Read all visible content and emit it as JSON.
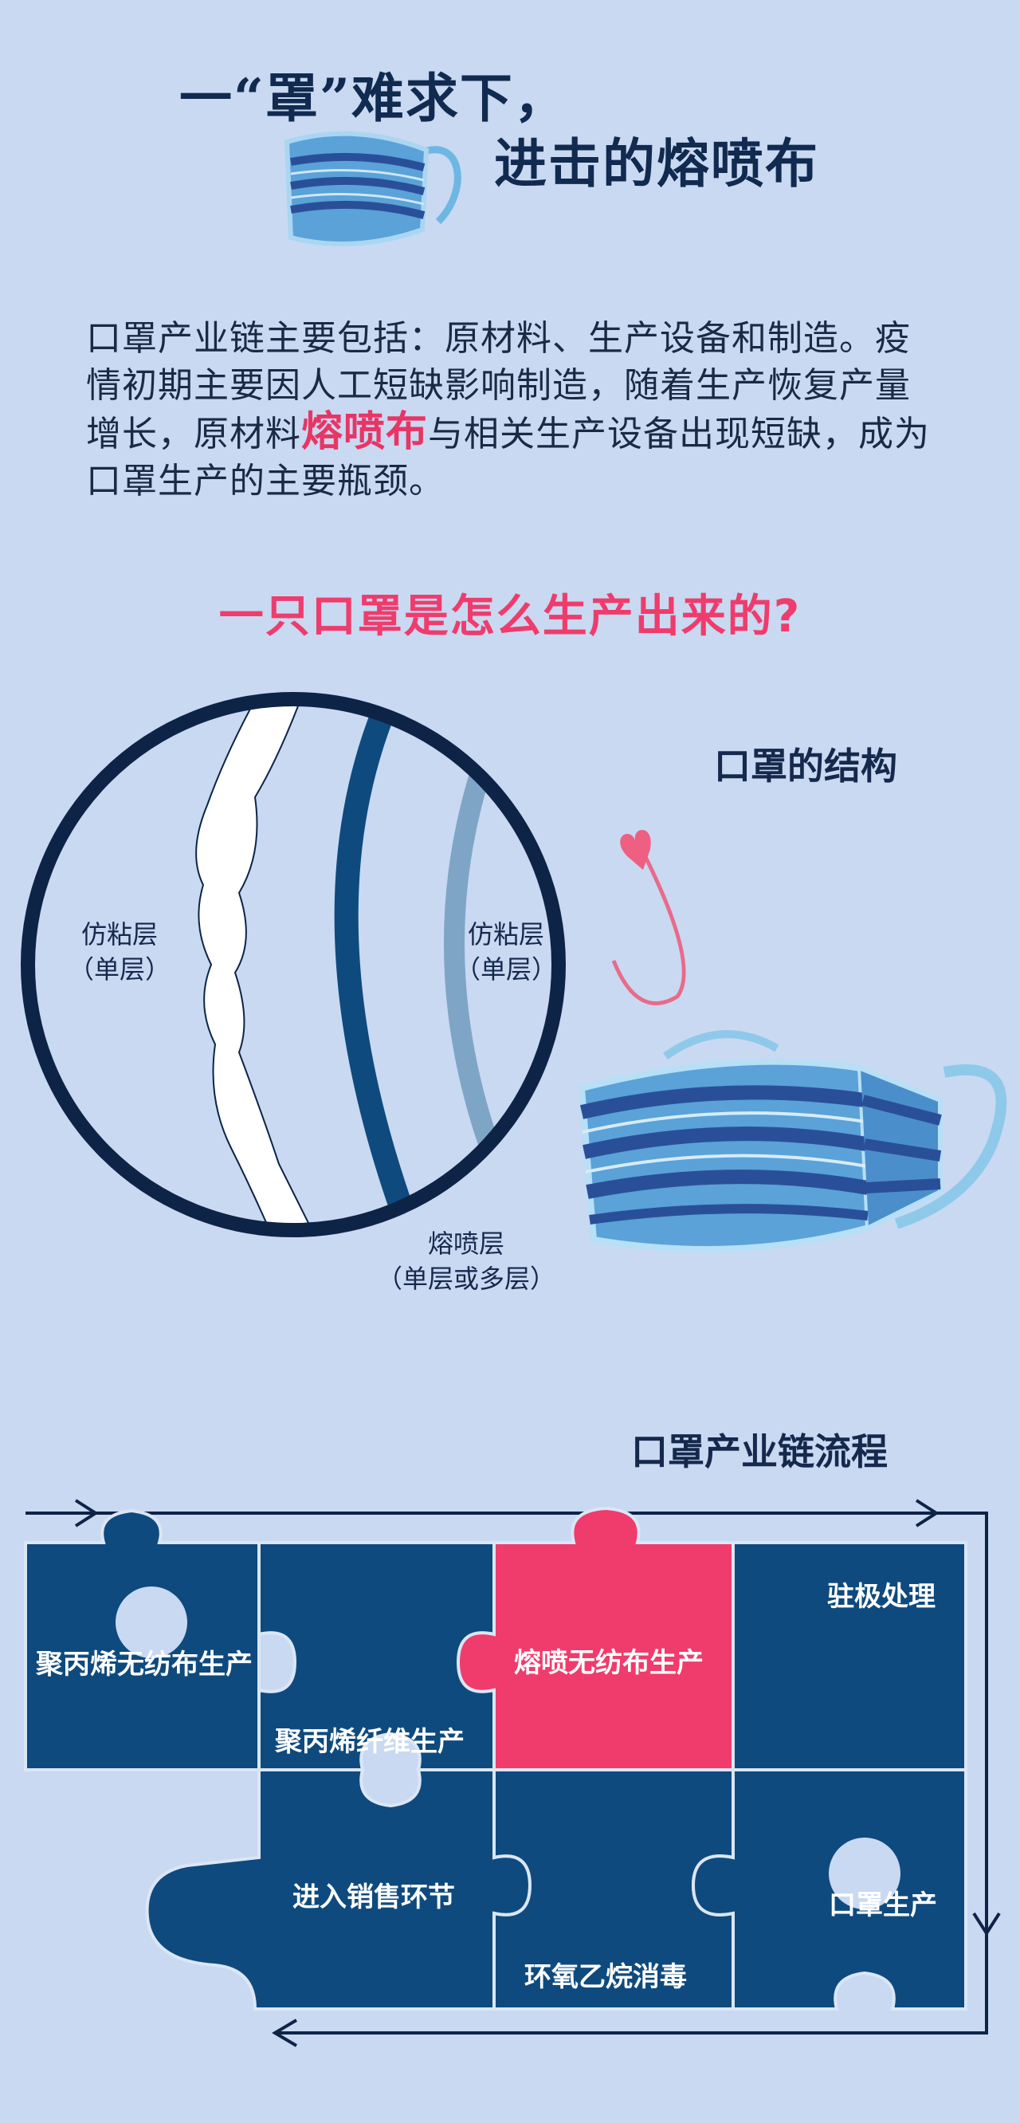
{
  "title": {
    "line1": "一“罩”难求下，",
    "line2": "进击的熔喷布"
  },
  "intro": {
    "part1": "口罩产业链主要包括：原材料、生产设备和制造。疫情初期主要因人工短缺影响制造，随着生产恢复产量增长，原材料",
    "highlight": "熔喷布",
    "part2": "与相关生产设备出现短缺，成为口罩生产的主要瓶颈。"
  },
  "question": "一只口罩是怎么生产出来的?",
  "structure": {
    "heading": "口罩的结构",
    "layer_left": "仿粘层\n（单层）",
    "layer_right": "仿粘层\n（单层）",
    "layer_melt": "熔喷层\n（单层或多层）"
  },
  "chain": {
    "heading": "口罩产业链流程",
    "steps": [
      "聚丙烯无纺布生产",
      "聚丙烯纤维生产",
      "熔喷无纺布生产",
      "驻极处理",
      "进入销售环节",
      "环氧乙烷消毒",
      "口罩生产"
    ]
  },
  "colors": {
    "background": "#c9d9f2",
    "navy": "#0e4a7e",
    "accent_pink": "#ef3c6c",
    "text_dark": "#15294d"
  },
  "icons": [
    "mask-icon",
    "heart-arrow-icon",
    "flow-arrow-icon"
  ]
}
